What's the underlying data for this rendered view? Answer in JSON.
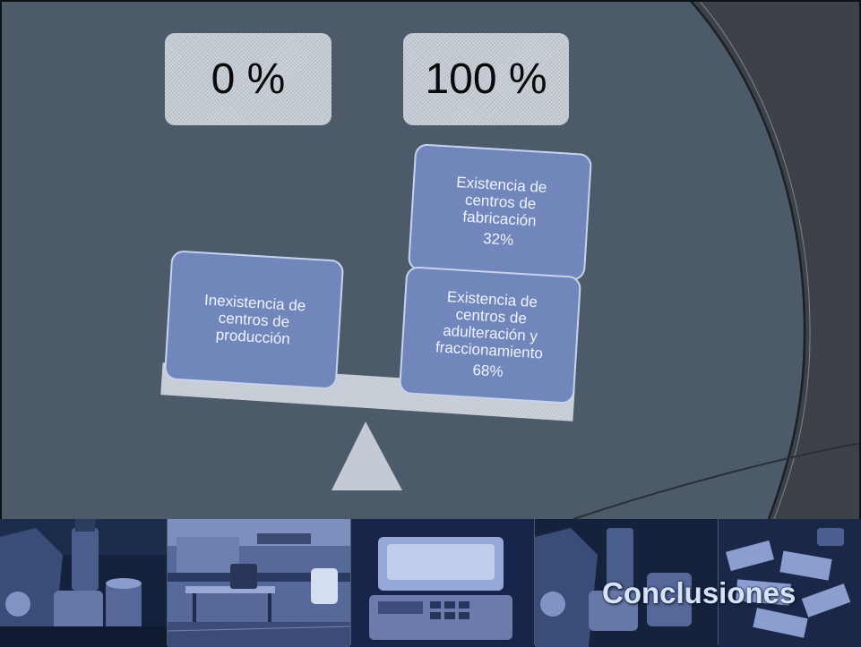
{
  "scale": {
    "left_label": "0 %",
    "right_label": "100 %"
  },
  "left_pan": {
    "box": {
      "text": "Inexistencia de centros de producción"
    }
  },
  "right_pan": {
    "top_box": {
      "text": "Existencia de centros de fabricación",
      "percent": "32%",
      "value": 32
    },
    "bottom_box": {
      "text": "Existencia de centros de adulteración y fraccionamiento",
      "percent": "68%",
      "value": 68
    }
  },
  "footer": {
    "title": "Conclusiones"
  },
  "colors": {
    "slide_bg": "#4d5a6a",
    "dark_band": "#3c4149",
    "box_fill": "#7186bb",
    "box_border": "#c7d2ee",
    "label_box": "#c6cdd5"
  }
}
